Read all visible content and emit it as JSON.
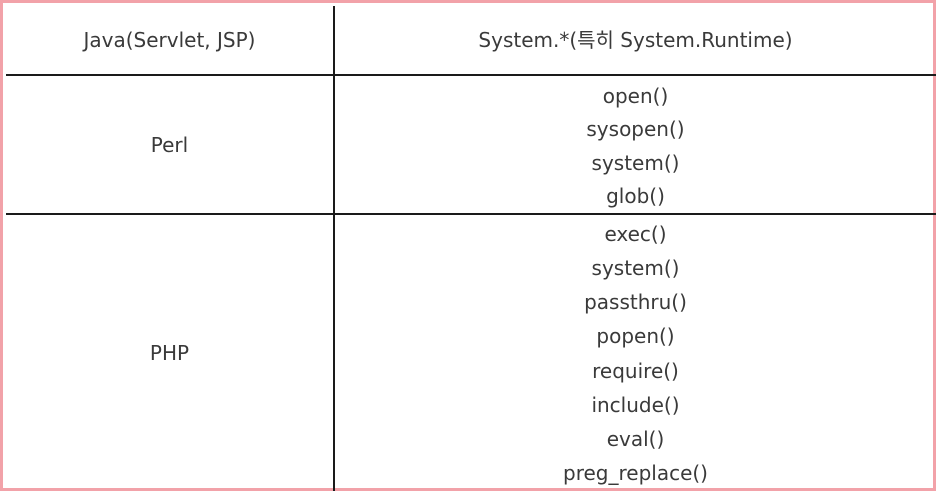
{
  "header": {
    "left": "Java(Servlet, JSP)",
    "right": "System.*(특히 System.Runtime)"
  },
  "rows": [
    {
      "language": "Perl",
      "functions": [
        "open()",
        "sysopen()",
        "system()",
        "glob()"
      ]
    },
    {
      "language": "PHP",
      "functions": [
        "exec()",
        "system()",
        "passthru()",
        "popen()",
        "require()",
        "include()",
        "eval()",
        "preg_replace()"
      ]
    }
  ],
  "colors": {
    "frame_border": "#f2a2a9",
    "grid_lines": "#1a1a1a",
    "text": "#3a3a3a"
  }
}
